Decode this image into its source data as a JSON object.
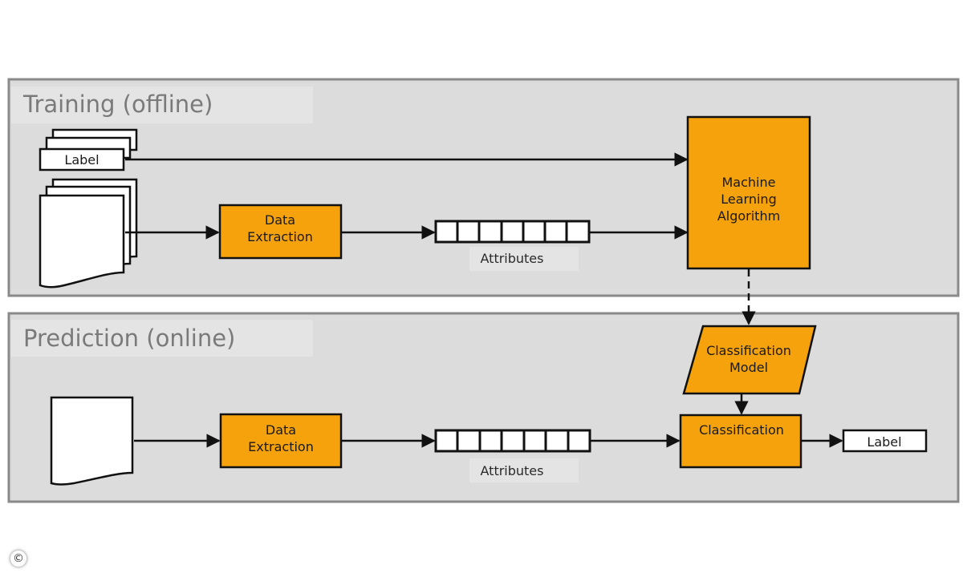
{
  "training": {
    "title": "Training (offline)",
    "label_doc": "Label",
    "data_extraction": [
      "Data",
      "Extraction"
    ],
    "attributes": "Attributes",
    "ml_algorithm": [
      "Machine",
      "Learning",
      "Algorithm"
    ]
  },
  "prediction": {
    "title": "Prediction (online)",
    "data_extraction": [
      "Data",
      "Extraction"
    ],
    "attributes": "Attributes",
    "classification_model": [
      "Classification",
      "Model"
    ],
    "classification": "Classification",
    "label_out": "Label"
  },
  "copyright_symbol": "©",
  "colors": {
    "panel_bg": "#dcdcdc",
    "panel_border": "#8a8a8a",
    "title_bg": "#e4e4e4",
    "process_fill": "#f5a20c",
    "stroke": "#111111"
  }
}
